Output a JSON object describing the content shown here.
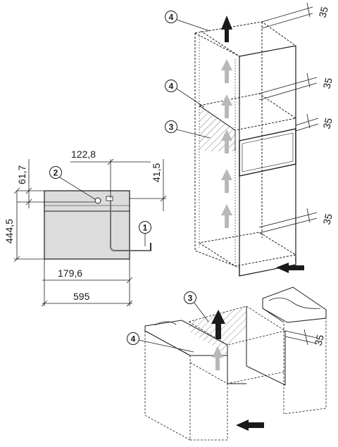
{
  "dimensions": {
    "oven_front": {
      "top_offset": "61,7",
      "overall_height": "444,5",
      "top_width": "122,8",
      "right_offset": "41,5",
      "bottom_offset": "179,6",
      "width": "595"
    },
    "ventilation": {
      "cabinet_top": "35",
      "shelf_upper": "35",
      "shelf_lower": "35",
      "cabinet_bottom": "35",
      "undercounter": "35"
    }
  },
  "callouts": {
    "c1": "1",
    "c2": "2",
    "c3_tall": "3",
    "c4_tall_top": "4",
    "c4_tall_mid": "4",
    "c3_under": "3",
    "c4_under": "4"
  },
  "colors": {
    "line": "#1a1a1a",
    "oven_fill": "#dcdcdc",
    "arrow_fill": "#1a1a1a",
    "arrow_ghost": "#b8b8b8",
    "hatch": "#555555"
  }
}
